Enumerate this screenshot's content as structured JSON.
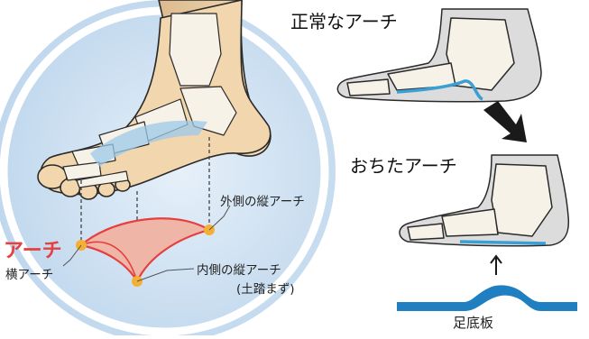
{
  "labels": {
    "normal_arch": "正常なアーチ",
    "fallen_arch": "おちたアーチ",
    "lateral_arch": "外側の縦アーチ",
    "medial_arch": "内側の縦アーチ",
    "medial_arch_note": "(土踏まず)",
    "transverse_arch": "横アーチ",
    "arch_red_partial": "アーチ",
    "insole": "足底板"
  },
  "colors": {
    "circle_fill": "#d3e4f3",
    "circle_rim": "#ffffff",
    "arch_red": "#e5403f",
    "arch_blue": "#3a9fd5",
    "insole_blue": "#1f7fc0",
    "dot_orange": "#f3b033",
    "skin": "#f1d6ae",
    "bone": "#f7f2e8",
    "outline": "#2a2a2a"
  }
}
